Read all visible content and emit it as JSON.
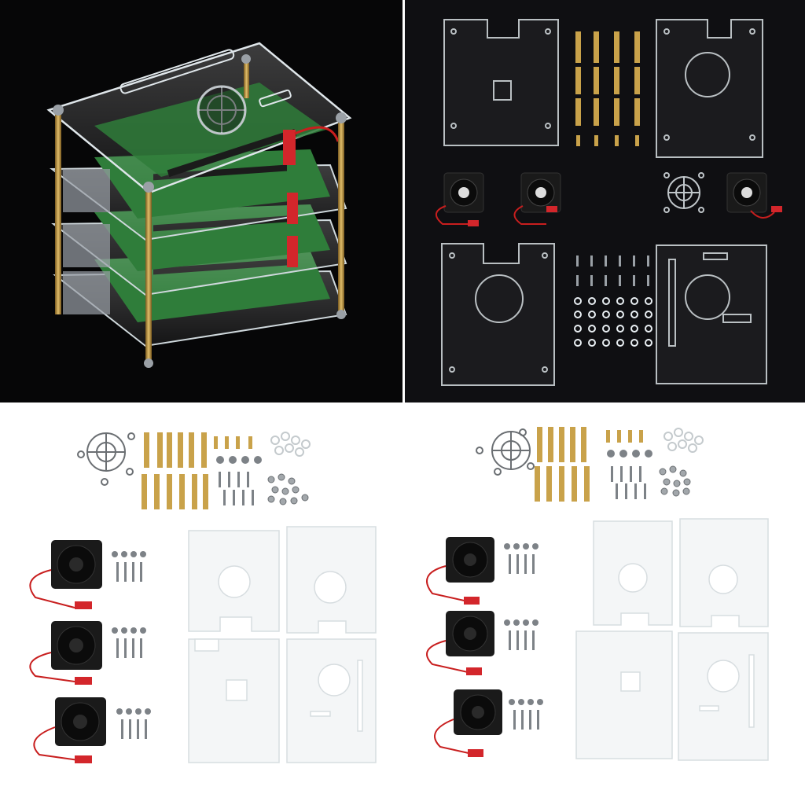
{
  "colors": {
    "dark_bg": "#060607",
    "dark_bg_alt": "#0f0f12",
    "light_bg": "#ffffff",
    "acrylic_edge": "#c9d3d8",
    "acrylic_fill": "#eef2f4",
    "brass": "#c9a24a",
    "pcb_green": "#2f7d3a",
    "fan_black": "#1a1a1a",
    "connector_red": "#d3262b",
    "wire_red": "#c81e1e",
    "screw_steel": "#9aa0a6"
  },
  "panels": [
    {
      "id": "stacked-case",
      "subject": "assembled-four-layer-acrylic-cluster-case"
    },
    {
      "id": "parts-dark",
      "subject": "disassembled-parts-on-dark-background"
    },
    {
      "id": "parts-light-left",
      "subject": "disassembled-parts-on-white-background"
    },
    {
      "id": "parts-light-right",
      "subject": "disassembled-parts-on-white-background"
    }
  ]
}
